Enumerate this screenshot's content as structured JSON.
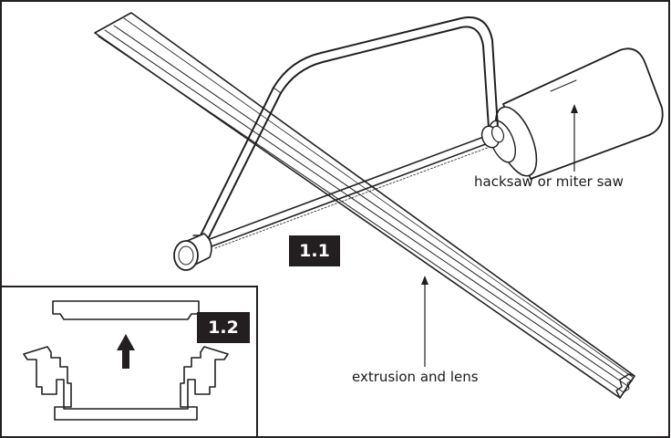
{
  "steps": {
    "main": "1.1",
    "inset": "1.2"
  },
  "callouts": {
    "saw": "hacksaw or miter saw",
    "extrusion": "extrusion and lens"
  },
  "colors": {
    "line": "#231f20",
    "step_bg": "#231f20",
    "step_text": "#ffffff",
    "background": "#ffffff"
  }
}
